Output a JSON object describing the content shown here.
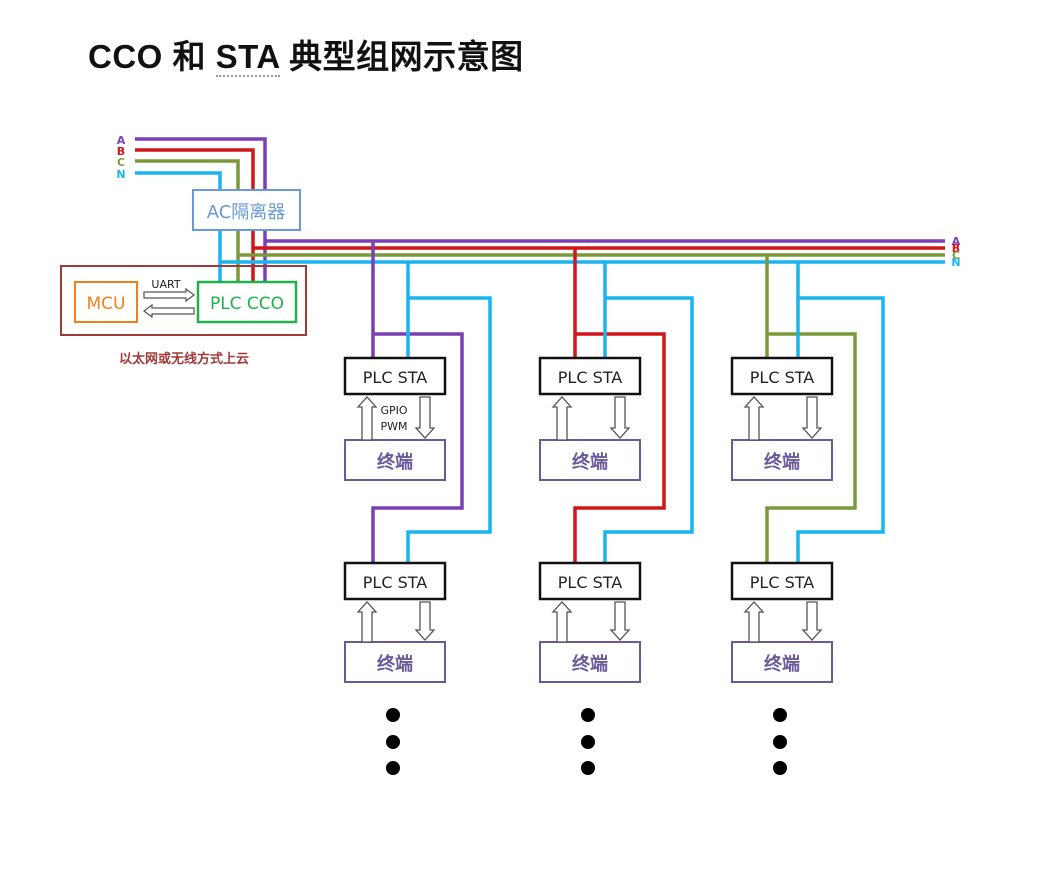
{
  "title": {
    "part1": "CCO 和 ",
    "part2": "STA",
    "part3": " 典型组网示意图"
  },
  "phases": [
    {
      "key": "A",
      "color": "#7b3fb5"
    },
    {
      "key": "B",
      "color": "#d0161b"
    },
    {
      "key": "C",
      "color": "#7a9a3a"
    },
    {
      "key": "N",
      "color": "#1ab4f0"
    }
  ],
  "head_end": {
    "isolator_label": "AC隔离器",
    "isolator_color": "#6a9ad8",
    "mcu_label": "MCU",
    "mcu_color": "#f07f1e",
    "cco_label": "PLC CCO",
    "cco_color": "#1fb24a",
    "uart_label": "UART",
    "frame_color": "#a03a3a",
    "cloud_caption": "以太网或无线方式上云"
  },
  "columns": [
    {
      "phase": "A",
      "nodes": [
        {
          "sta_label": "PLC STA",
          "terminal_label": "终端",
          "io_labels": [
            "GPIO",
            "PWM"
          ]
        },
        {
          "sta_label": "PLC STA",
          "terminal_label": "终端",
          "io_labels": []
        }
      ]
    },
    {
      "phase": "B",
      "nodes": [
        {
          "sta_label": "PLC STA",
          "terminal_label": "终端",
          "io_labels": []
        },
        {
          "sta_label": "PLC STA",
          "terminal_label": "终端",
          "io_labels": []
        }
      ]
    },
    {
      "phase": "C",
      "nodes": [
        {
          "sta_label": "PLC STA",
          "terminal_label": "终端",
          "io_labels": []
        },
        {
          "sta_label": "PLC STA",
          "terminal_label": "终端",
          "io_labels": []
        }
      ]
    }
  ],
  "terminal_color": "#6a5a9a",
  "ellipsis": "⋮"
}
